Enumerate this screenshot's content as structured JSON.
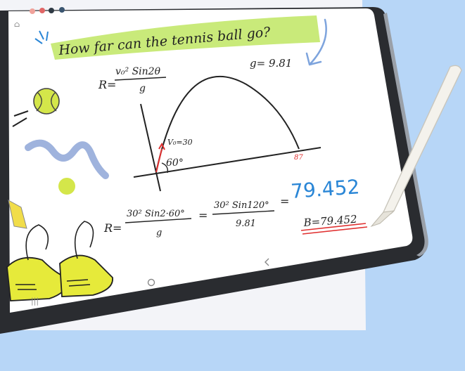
{
  "photo": {
    "caption_hw": "How far can the tennis ball go?",
    "formula_top_lhs": "R=",
    "formula_top_num": "v₀² Sin2θ",
    "formula_top_den": "g",
    "gravity": "g= 9.81",
    "v0_label": "V₀=30",
    "angle_label": "60°",
    "range_end_label": "87",
    "calc_lhs": "R=",
    "calc_num1": "30² Sin2·60°",
    "calc_den1": "g",
    "calc_eq1": "=",
    "calc_num2": "30² Sin120°",
    "calc_den2": "9.81",
    "calc_eq2": "=",
    "result_blue": "79.452",
    "result_boxed": "B=79.452",
    "colors": {
      "bg": "#f3f4f8",
      "blue_bg": "#b7d6f7",
      "highlight": "#c9ea7a",
      "ink_blue": "#2a86d6",
      "ball": "#d4e64a"
    }
  }
}
